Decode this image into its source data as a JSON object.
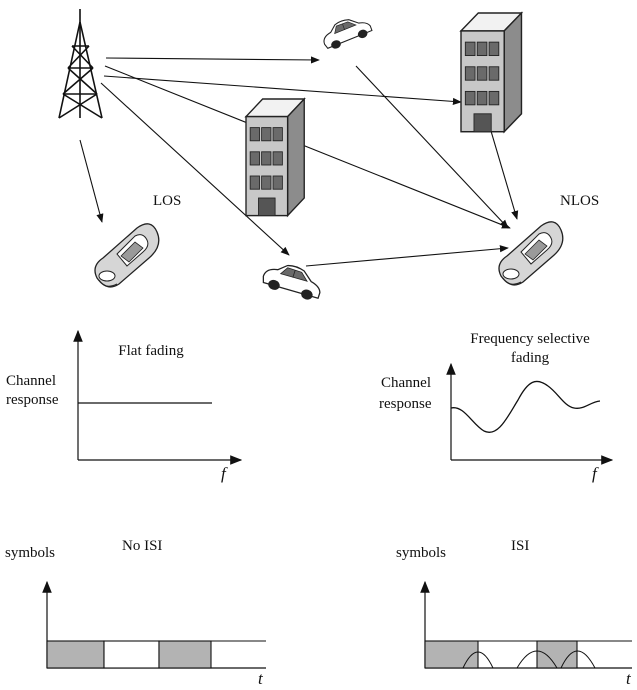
{
  "scene": {
    "los_label": "LOS",
    "nlos_label": "NLOS",
    "icons": [
      "tower-icon",
      "car-icon",
      "building-icon",
      "mobile-phone-icon"
    ]
  },
  "flat_panel": {
    "title": "Flat fading",
    "y_label_line1": "Channel",
    "y_label_line2": "response",
    "x_label": "f"
  },
  "selective_panel": {
    "title_line1": "Frequency selective",
    "title_line2": "fading",
    "y_label_line1": "Channel",
    "y_label_line2": "response",
    "x_label": "f"
  },
  "no_isi_panel": {
    "title": "No ISI",
    "y_label": "symbols",
    "x_label": "t"
  },
  "isi_panel": {
    "title": "ISI",
    "y_label": "symbols",
    "x_label": "t"
  },
  "colors": {
    "ink": "#111111",
    "symbol_fill": "#b3b3b3",
    "building_light": "#f2f2f2",
    "building_mid": "#c8c8c8",
    "building_dark": "#8c8c8c"
  }
}
